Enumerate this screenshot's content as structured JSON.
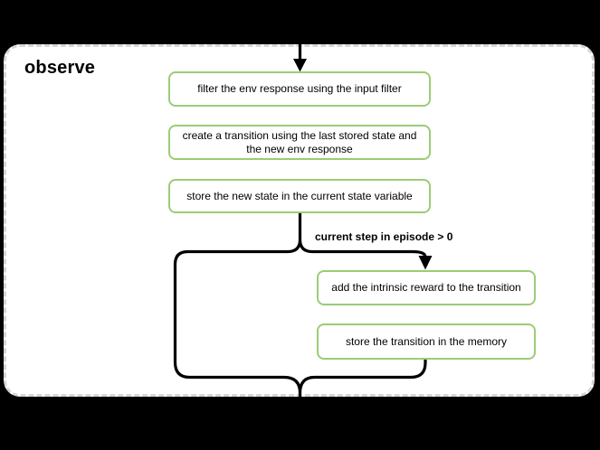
{
  "diagram": {
    "title": "observe",
    "nodes": [
      {
        "label": "filter the env response using the input filter"
      },
      {
        "label": "create a transition using the last stored state and the new env response"
      },
      {
        "label": "store the new state in the current state variable"
      },
      {
        "label": "add the intrinsic reward to the transition"
      },
      {
        "label": "store the transition in the memory"
      }
    ],
    "edges": {
      "condition_label": "current step in episode > 0"
    },
    "colors": {
      "background": "#000000",
      "container_fill": "#ffffff",
      "container_border": "#d6d6d6",
      "node_border": "#9bcc76",
      "node_fill": "#ffffff",
      "edge_line": "#000000",
      "text": "#000000"
    }
  }
}
